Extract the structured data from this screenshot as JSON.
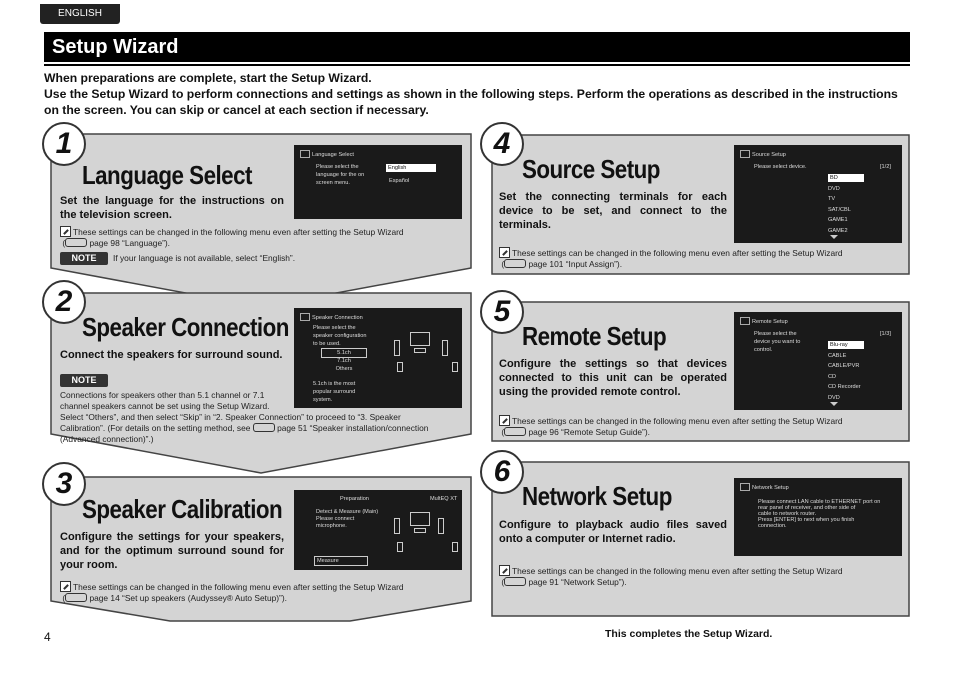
{
  "language_tab": "ENGLISH",
  "section_title": "Setup Wizard",
  "intro": "When preparations are complete, start the Setup Wizard.\nUse the Setup Wizard to perform connections and settings as shown in the following steps. Perform the operations as described in the instructions on the screen. You can skip or cancel at each section if necessary.",
  "steps": [
    {
      "number": "1",
      "title": "Language Select",
      "description": "Set the language for the instructions on the television screen.",
      "note_line1": "These settings can be changed in the following menu even after setting the Setup Wizard",
      "note_ref": "page 98 “Language”).",
      "note_label": "NOTE",
      "note_extra": "If your language is not available, select “English”.",
      "screen": {
        "header": "Language Select",
        "prompt_lines": [
          "Please select the",
          "language for the on",
          "screen menu."
        ],
        "options": [
          "English",
          "Español"
        ]
      }
    },
    {
      "number": "2",
      "title": "Speaker Connection",
      "description": "Connect the speakers for surround sound.",
      "note_label": "NOTE",
      "note_extra_lines": [
        "Connections for speakers other than 5.1 channel or 7.1",
        "channel speakers cannot be set using the Setup Wizard."
      ],
      "note_cont_lines": [
        "Select “Others”, and then select “Skip” in “2. Speaker Connection” to proceed to “3. Speaker",
        "Calibration”. (For details on the setting method, see",
        "page 51 “Speaker installation/connection",
        "(Advanced connection)”.)"
      ],
      "screen": {
        "header": "Speaker Connection",
        "prompt_lines": [
          "Please select the",
          "speaker configuration",
          "to be used."
        ],
        "options": [
          "5.1ch",
          "7.1ch",
          "Others"
        ],
        "footer_lines": [
          "5.1ch is the most",
          "popular surround",
          "system."
        ]
      }
    },
    {
      "number": "3",
      "title": "Speaker Calibration",
      "description": "Configure the settings for your speakers, and for the optimum surround sound for your room.",
      "note_line1": "These settings can be changed in the following menu even after setting the Setup Wizard",
      "note_ref": "page 14 “Set up speakers (Audyssey® Auto Setup)”).",
      "screen": {
        "header": "Preparation",
        "header_right": "MultEQ XT",
        "prompt_lines": [
          "Detect & Measure (Main)",
          "Please connect",
          "microphone."
        ],
        "footer": "Measure"
      }
    },
    {
      "number": "4",
      "title": "Source Setup",
      "description": "Set the connecting terminals for each device to be set, and connect to the terminals.",
      "note_line1": "These settings can be changed in the following menu even after setting the Setup Wizard",
      "note_ref": "page 101 “Input Assign”).",
      "screen": {
        "header": "Source Setup",
        "prompt": "Please select device.",
        "page": "[1/2]",
        "options": [
          "BD",
          "DVD",
          "TV",
          "SAT/CBL",
          "GAME1",
          "GAME2"
        ]
      }
    },
    {
      "number": "5",
      "title": "Remote Setup",
      "description": "Configure the settings so that devices connected to this unit can be operated using the provided remote control.",
      "note_line1": "These settings can be changed in the following menu even after setting the Setup Wizard",
      "note_ref": "page 96 “Remote Setup Guide”).",
      "screen": {
        "header": "Remote Setup",
        "prompt_lines": [
          "Please select the",
          "device you want to",
          "control."
        ],
        "page": "[1/3]",
        "options": [
          "Blu-ray",
          "CABLE",
          "CABLE/PVR",
          "CD",
          "CD Recorder",
          "DVD"
        ]
      }
    },
    {
      "number": "6",
      "title": "Network Setup",
      "description": "Configure to playback audio files saved onto a computer or Internet radio.",
      "note_line1": "These settings can be changed in the following menu even after setting the Setup Wizard",
      "note_ref": "page 91 “Network Setup”).",
      "screen": {
        "header": "Network Setup",
        "prompt_lines": [
          "Please connect LAN cable to ETHERNET port on",
          "rear panel of receiver, and other side of",
          "cable to network router.",
          "Press [ENTER] to next when you finish",
          "connection."
        ]
      }
    }
  ],
  "page_number": "4",
  "completes": "This completes the Setup Wizard.",
  "colors": {
    "panel_fill": "#d4d4d4",
    "panel_border": "#444444",
    "screen_bg": "#1a1a1a",
    "title_bar": "#000000"
  }
}
